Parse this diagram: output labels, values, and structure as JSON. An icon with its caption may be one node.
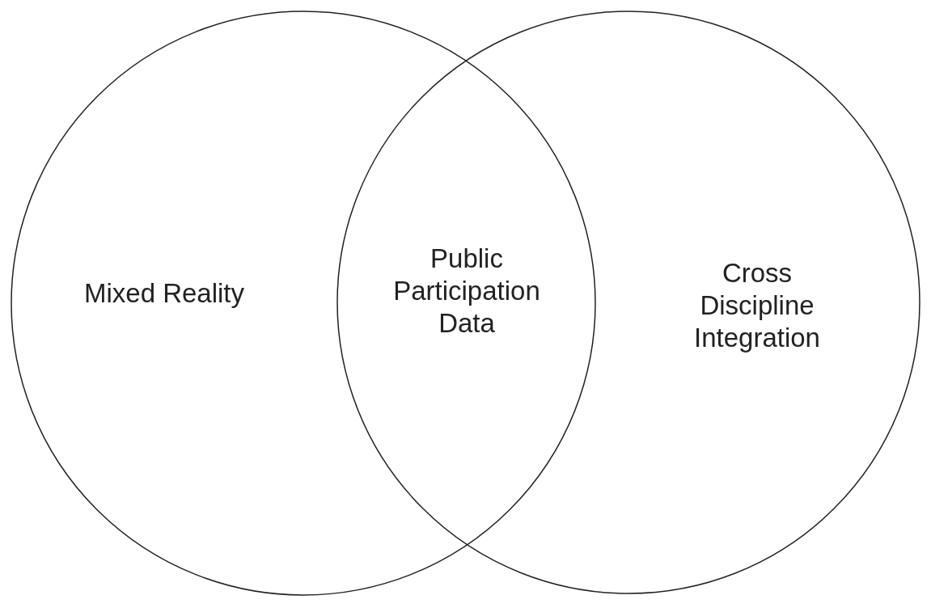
{
  "diagram": {
    "nodes": [
      {
        "text": [
          "Mixed Reality"
        ]
      },
      {
        "text": [
          "Cross Discipline Integration"
        ]
      }
    ],
    "edges": [],
    "labels": [
      "Public Participation Data"
    ]
  }
}
